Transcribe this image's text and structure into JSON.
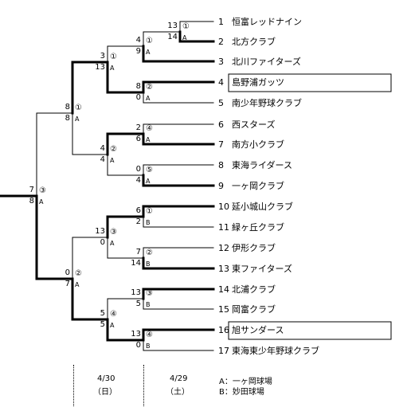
{
  "teams": [
    {
      "seed": "1",
      "name": "恒富レッドナイン"
    },
    {
      "seed": "2",
      "name": "北方クラブ"
    },
    {
      "seed": "3",
      "name": "北川ファイターズ"
    },
    {
      "seed": "4",
      "name": "島野浦ガッツ",
      "highlight": true
    },
    {
      "seed": "5",
      "name": "南少年野球クラブ"
    },
    {
      "seed": "6",
      "name": "西スターズ"
    },
    {
      "seed": "7",
      "name": "南方小クラブ"
    },
    {
      "seed": "8",
      "name": "東海ライダース"
    },
    {
      "seed": "9",
      "name": "一ヶ岡クラブ"
    },
    {
      "seed": "10",
      "name": "延小城山クラブ"
    },
    {
      "seed": "11",
      "name": "緑ヶ丘クラブ"
    },
    {
      "seed": "12",
      "name": "伊形クラブ"
    },
    {
      "seed": "13",
      "name": "東ファイターズ"
    },
    {
      "seed": "14",
      "name": "北浦クラブ"
    },
    {
      "seed": "15",
      "name": "岡富クラブ"
    },
    {
      "seed": "16",
      "name": "旭サンダース",
      "highlight": true
    },
    {
      "seed": "17",
      "name": "東海東少年野球クラブ"
    }
  ],
  "matches": [
    {
      "game": "①",
      "venue": "A",
      "top_score": "13",
      "bottom_score": "14"
    },
    {
      "game": "①",
      "venue": "A",
      "top_score": "4",
      "bottom_score": "9"
    },
    {
      "game": "②",
      "venue": "A",
      "top_score": "8",
      "bottom_score": "0"
    },
    {
      "game": "④",
      "venue": "A",
      "top_score": "2",
      "bottom_score": "6"
    },
    {
      "game": "⑤",
      "venue": "A",
      "top_score": "0",
      "bottom_score": "4"
    },
    {
      "game": "①",
      "venue": "A",
      "top_score": "3",
      "bottom_score": "13"
    },
    {
      "game": "②",
      "venue": "A",
      "top_score": "4",
      "bottom_score": "4"
    },
    {
      "game": "①",
      "venue": "A",
      "top_score": "8",
      "bottom_score": "8"
    },
    {
      "game": "①",
      "venue": "B",
      "top_score": "6",
      "bottom_score": "2"
    },
    {
      "game": "②",
      "venue": "B",
      "top_score": "7",
      "bottom_score": "14"
    },
    {
      "game": "③",
      "venue": "B",
      "top_score": "13",
      "bottom_score": "5"
    },
    {
      "game": "④",
      "venue": "B",
      "top_score": "13",
      "bottom_score": "0"
    },
    {
      "game": "③",
      "venue": "A",
      "top_score": "13",
      "bottom_score": "0"
    },
    {
      "game": "④",
      "venue": "A",
      "top_score": "5",
      "bottom_score": "5"
    },
    {
      "game": "②",
      "venue": "A",
      "top_score": "0",
      "bottom_score": "7"
    },
    {
      "game": "③",
      "venue": "A",
      "top_score": "7",
      "bottom_score": "8"
    }
  ],
  "footer": {
    "day1_date": "4/30",
    "day1_weekday": "（日）",
    "day2_date": "4/29",
    "day2_weekday": "（土）",
    "venue_a": "A：一ヶ岡球場",
    "venue_b": "B：妙田球場"
  }
}
